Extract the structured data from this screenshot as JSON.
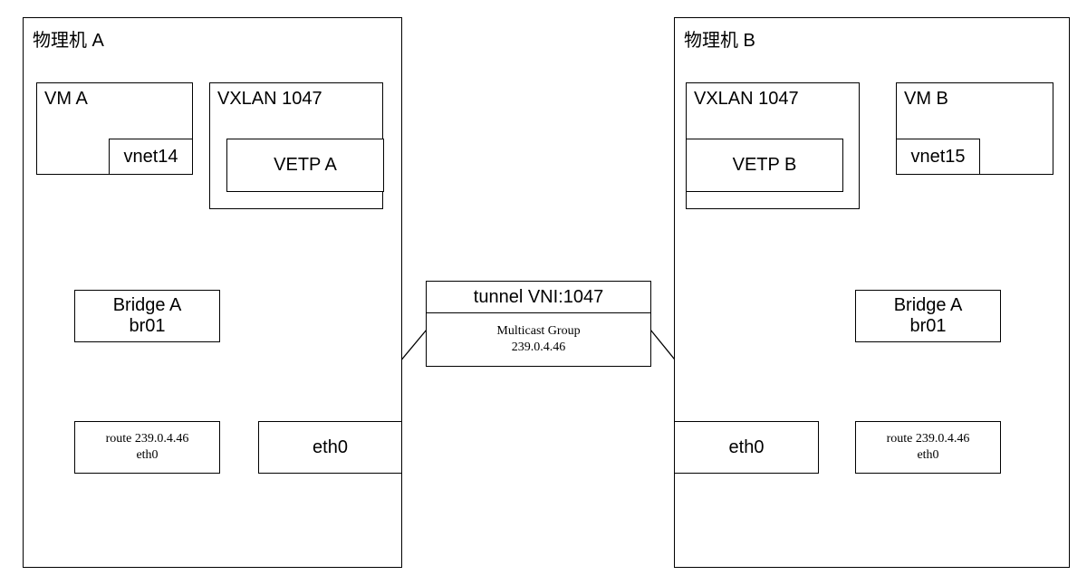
{
  "host_a": {
    "title": "物理机 A",
    "vm": {
      "label": "VM A",
      "nic": "vnet14"
    },
    "vxlan": {
      "label": "VXLAN 1047",
      "vtep": "VETP A"
    },
    "bridge": {
      "line1": "Bridge A",
      "line2": "br01"
    },
    "route": {
      "line1": "route 239.0.4.46",
      "line2": "eth0"
    },
    "eth": "eth0"
  },
  "host_b": {
    "title": "物理机 B",
    "vm": {
      "label": "VM B",
      "nic": "vnet15"
    },
    "vxlan": {
      "label": "VXLAN 1047",
      "vtep": "VETP B"
    },
    "bridge": {
      "line1": "Bridge A",
      "line2": "br01"
    },
    "route": {
      "line1": "route 239.0.4.46",
      "line2": "eth0"
    },
    "eth": "eth0"
  },
  "tunnel": {
    "title": "tunnel VNI:1047",
    "group_label": "Multicast Group",
    "group_address": "239.0.4.46"
  }
}
